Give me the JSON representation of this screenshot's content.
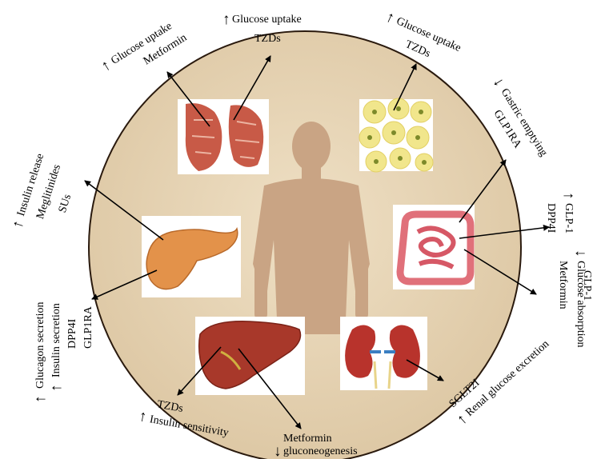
{
  "labels": {
    "muscle_effect": "Glucose uptake",
    "muscle_drug": "Metformin",
    "muscle_tzd_effect": "Glucose uptake",
    "muscle_tzd_drug": "TZDs",
    "fat_effect": "Glucose uptake",
    "fat_drug": "TZDs",
    "gut_gastric_effect": "Gastric emptying",
    "gut_gastric_drug": "GLP1RA",
    "gut_glp1_effect": "GLP-1",
    "gut_glp1_drug": "DPP4I",
    "gut_absorption_drug": "Metformin",
    "gut_absorption_effect": "Glucose absorption",
    "gut_cut_label": "GLP-1",
    "pancreas_release_effect": "Insulin release",
    "pancreas_release_drug1": "Meglitinides",
    "pancreas_release_drug2": "SUs",
    "pancreas_glucagon_effect": "Glucagon secretion",
    "pancreas_insulin_effect": "Insulin secretion",
    "pancreas_glp_drug1": "DPP4I",
    "pancreas_glp_drug2": "GLP1RA",
    "liver_drug": "TZDs",
    "liver_effect": "Insulin sensitivity",
    "liver_metformin_drug": "Metformin",
    "liver_metformin_effect": "gluconeogenesis",
    "kidney_drug": "SGLT2I",
    "kidney_effect": "Renal glucose excretion"
  },
  "arrows": {
    "up": "↑",
    "down": "↓"
  },
  "colors": {
    "disc_fill": "#e6d3b4",
    "disc_stroke": "#2a1a0e",
    "body_silhouette": "#c9a484",
    "muscle": "#c85a47",
    "fat_cell": "#f1e68c",
    "fat_nucleus": "#7d8a2a",
    "gut": "#e0707a",
    "pancreas": "#e3924a",
    "liver": "#a8382a",
    "kidney": "#b8332c"
  }
}
